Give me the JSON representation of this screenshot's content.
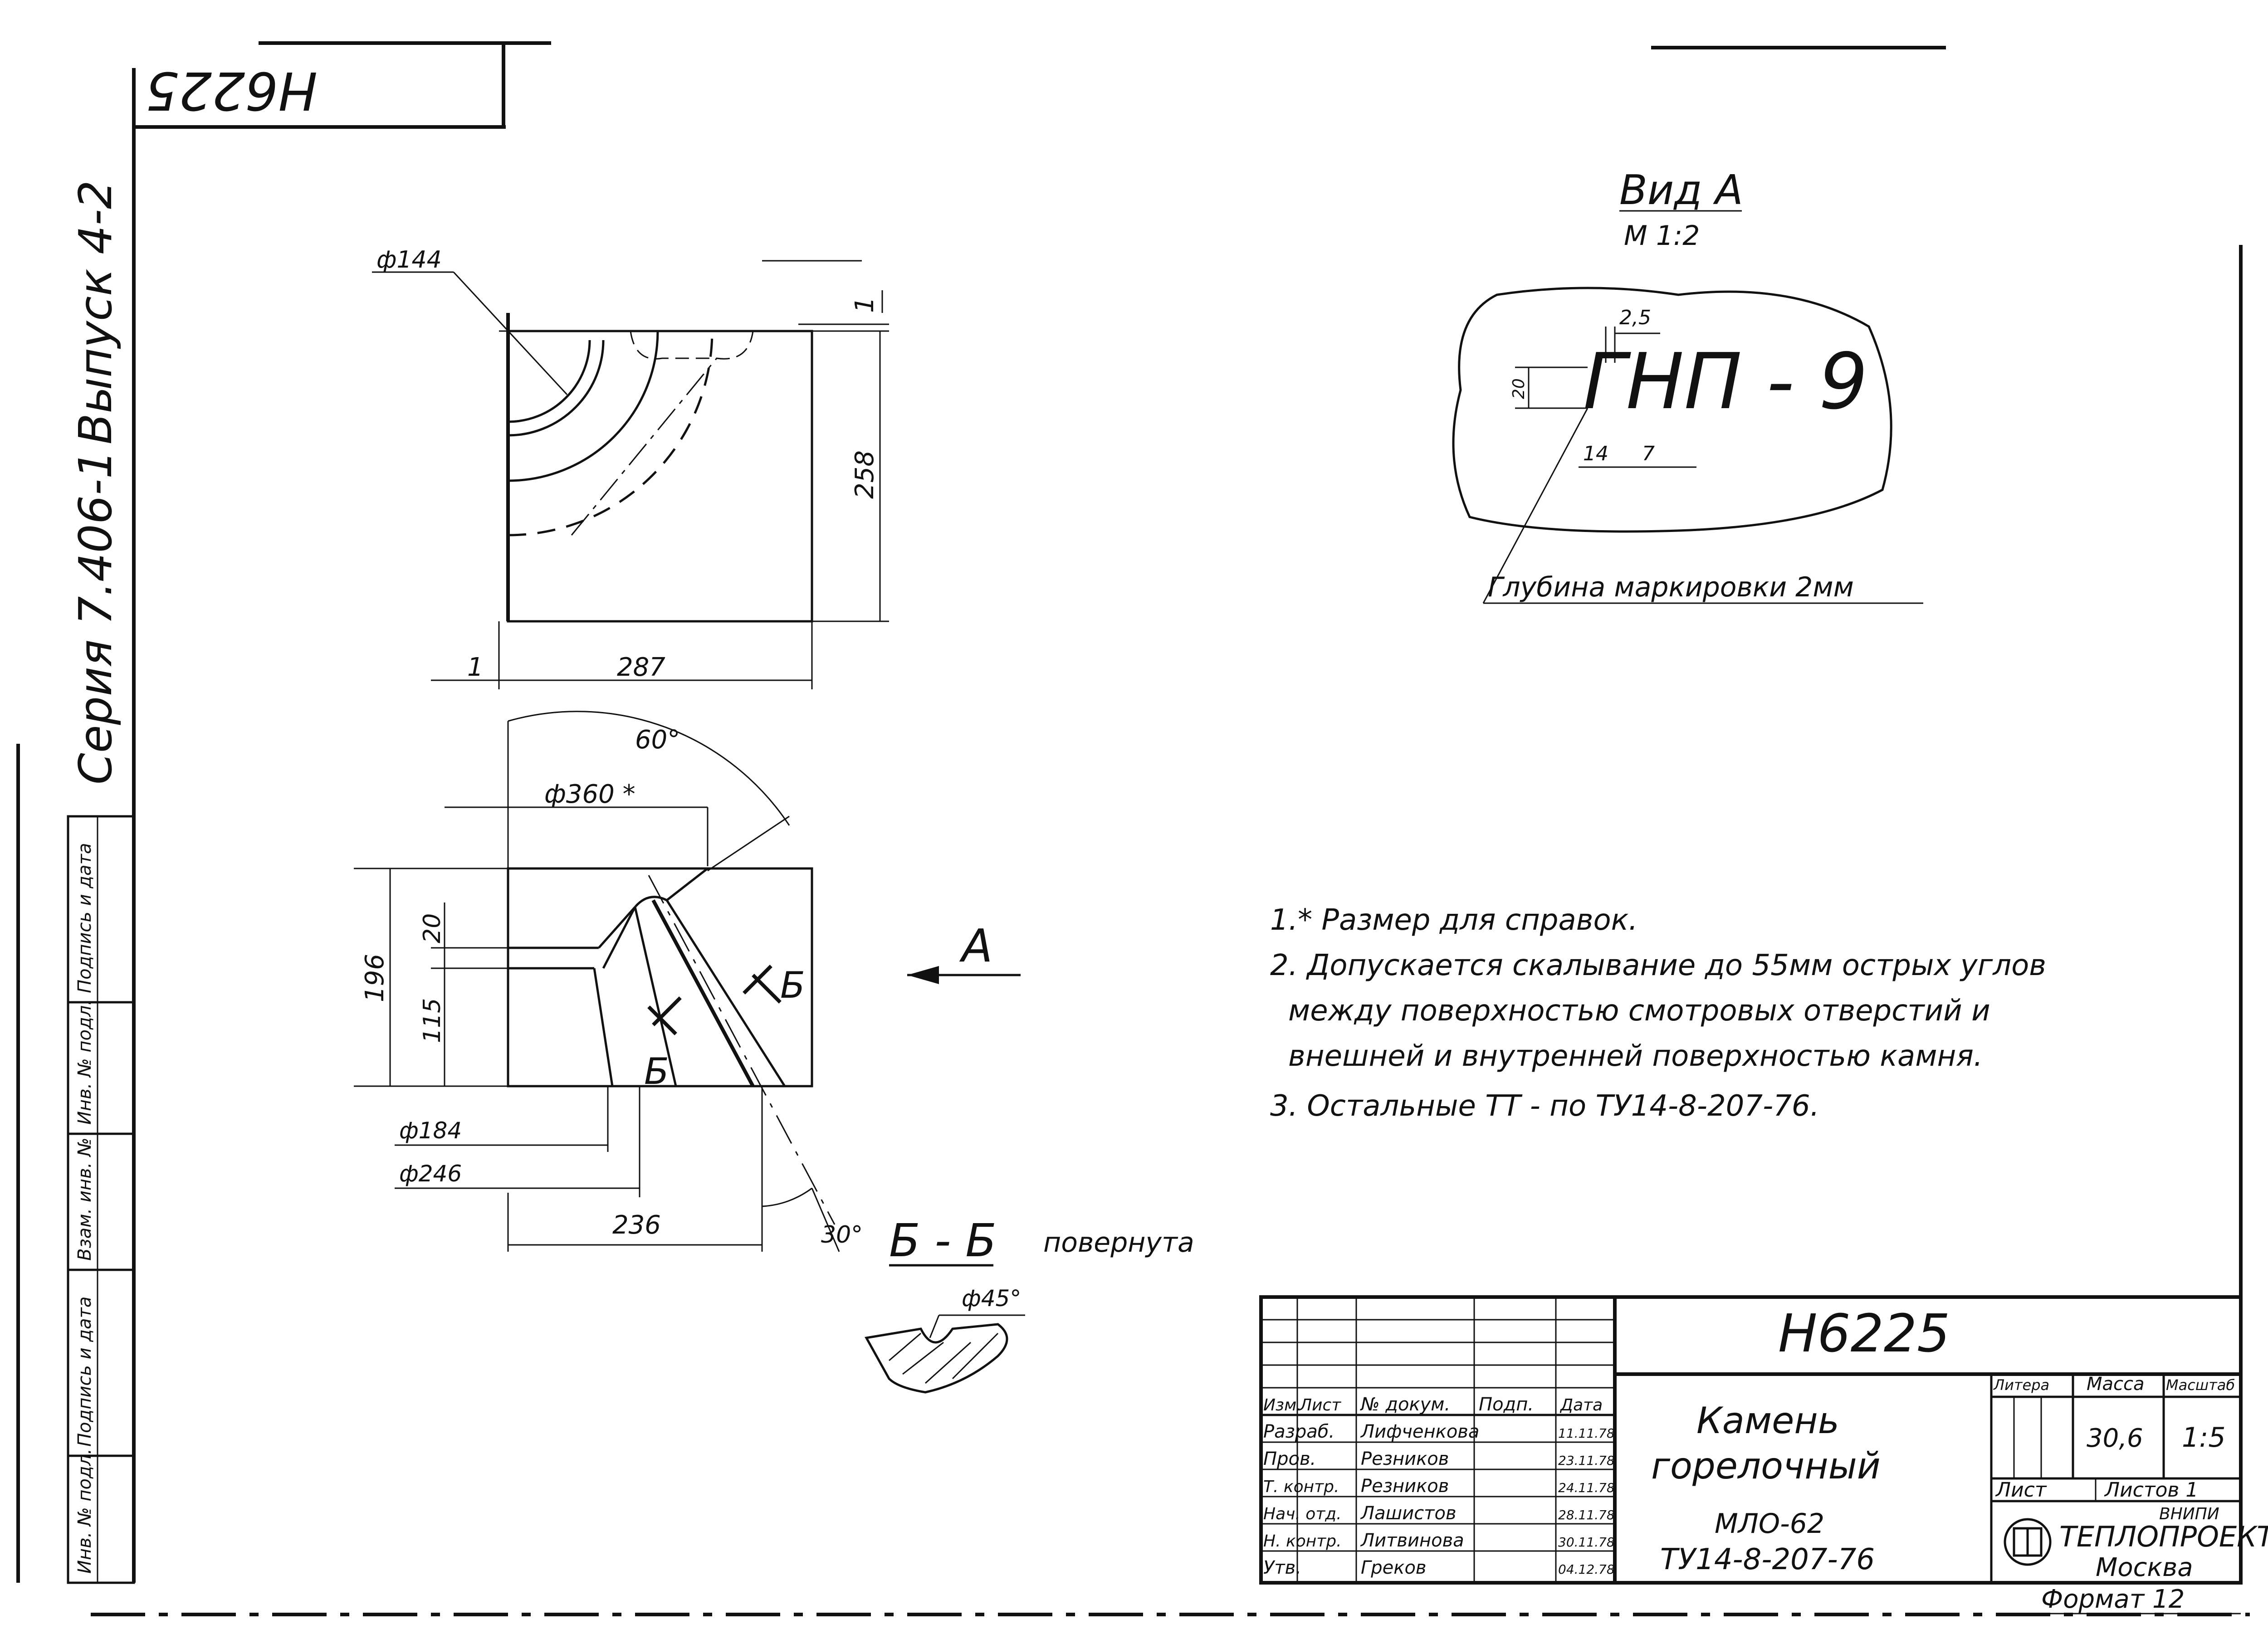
{
  "stamp_number": "Н6225",
  "series_margin": {
    "series": "Серия 7.406-1",
    "issue": "Выпуск 4-2"
  },
  "margin_fields": [
    "Подпись и дата",
    "Инв. № подл.",
    "Взам. инв. №",
    "Подпись и дата",
    "Инв. № подл."
  ],
  "top_view": {
    "dia": "ф144",
    "dim_top": "1",
    "dim_height": "258",
    "dim_left": "1",
    "dim_width": "287"
  },
  "section_view": {
    "angle_top": "60°",
    "dia_ref": "ф360 *",
    "dim_20": "20",
    "dim_115": "115",
    "dim_196": "196",
    "dia_184": "ф184",
    "dia_246": "ф246",
    "dim_236": "236",
    "angle_bottom": "30°",
    "cut_label_1": "Б",
    "cut_label_2": "Б",
    "arrow_label": "А"
  },
  "section_bb": {
    "label": "Б - Б",
    "note": "повернута",
    "dia": "ф45°"
  },
  "view_a": {
    "title": "Вид А",
    "scale": "М 1:2",
    "marking": "ГНП - 9",
    "dim_25": "2,5",
    "dim_20": "20",
    "dim_14": "14",
    "dim_7": "7",
    "depth_note": "Глубина маркировки 2мм"
  },
  "notes": [
    "1.* Размер для справок.",
    "2. Допускается скалывание до 55мм острых углов",
    "между поверхностью смотровых отверстий и",
    "внешней и внутренней поверхностью камня.",
    "3. Остальные ТТ - по ТУ14-8-207-76."
  ],
  "title_block": {
    "doc_number": "Н6225",
    "name_1": "Камень",
    "name_2": "горелочный",
    "material_1": "МЛО-62",
    "material_2": "ТУ14-8-207-76",
    "col_headers": [
      "Изм.",
      "Лист",
      "№ докум.",
      "Подп.",
      "Дата"
    ],
    "rows": [
      {
        "role": "Разраб.",
        "name": "Лифченкова",
        "date": "11.11.78"
      },
      {
        "role": "Пров.",
        "name": "Резников",
        "date": "23.11.78"
      },
      {
        "role": "Т. контр.",
        "name": "Резников",
        "date": "24.11.78"
      },
      {
        "role": "Нач. отд.",
        "name": "Лашистов",
        "date": "28.11.78"
      },
      {
        "role": "Н. контр.",
        "name": "Литвинова",
        "date": "30.11.78"
      },
      {
        "role": "Утв.",
        "name": "Греков",
        "date": "04.12.78"
      }
    ],
    "litera_label": "Литера",
    "mass_label": "Масса",
    "scale_label": "Масштаб",
    "mass": "30,6",
    "scale": "1:5",
    "sheet_label": "Лист",
    "sheets_label": "Листов 1",
    "org_1": "ВНИПИ",
    "org_2": "ТЕПЛОПРОЕКТ",
    "org_3": "Москва",
    "format": "Формат 12"
  }
}
